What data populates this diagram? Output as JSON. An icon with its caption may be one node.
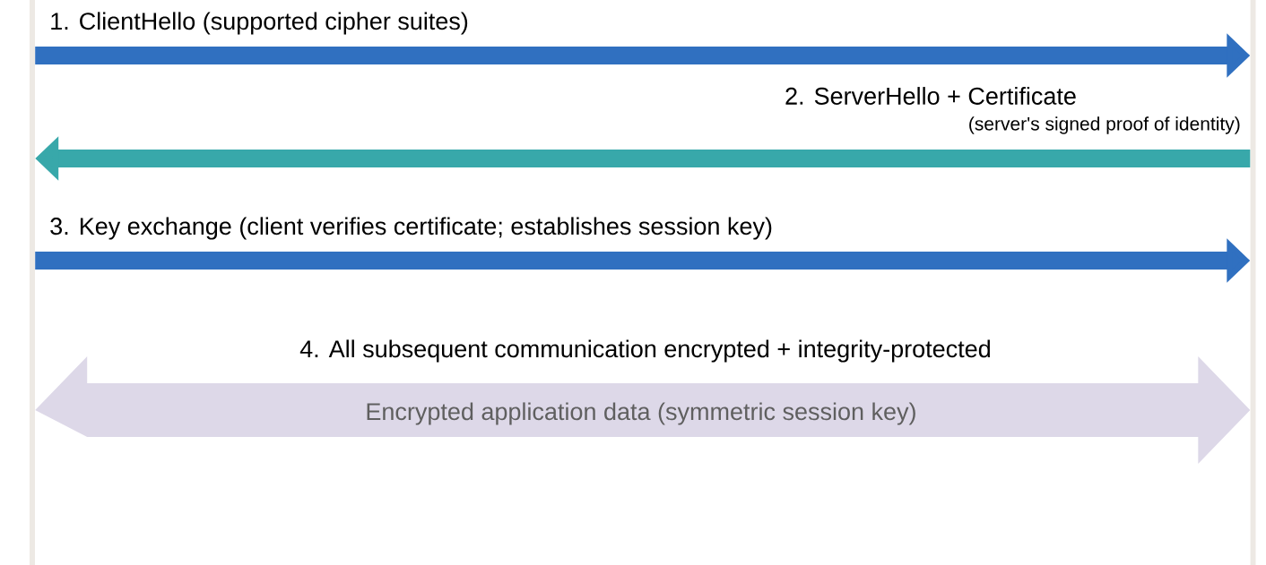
{
  "diagram": {
    "nodes": [
      {
        "text": [],
        "shape": "bar"
      },
      {
        "text": [],
        "shape": "bar"
      }
    ],
    "edges": [
      {
        "from": 0,
        "to": 1,
        "arrow": "to",
        "label": "1. ClientHello (supported cipher suites)",
        "color": "#3070c0"
      },
      {
        "from": 1,
        "to": 0,
        "arrow": "to",
        "label": "2. ServerHello + Certificate",
        "color": "#38a8aa"
      },
      {
        "from": 0,
        "to": 1,
        "arrow": "to",
        "label": "3. Key exchange (client verifies certificate; establishes session key)",
        "color": "#3070c0"
      },
      {
        "from": 0,
        "to": 1,
        "arrow": "both",
        "label": "4. All subsequent communication encrypted + integrity-protected",
        "style": "thick",
        "color": "#ddd8e8"
      }
    ],
    "labels": [
      "(server's signed proof of identity)",
      "Encrypted application data (symmetric session key)"
    ]
  }
}
